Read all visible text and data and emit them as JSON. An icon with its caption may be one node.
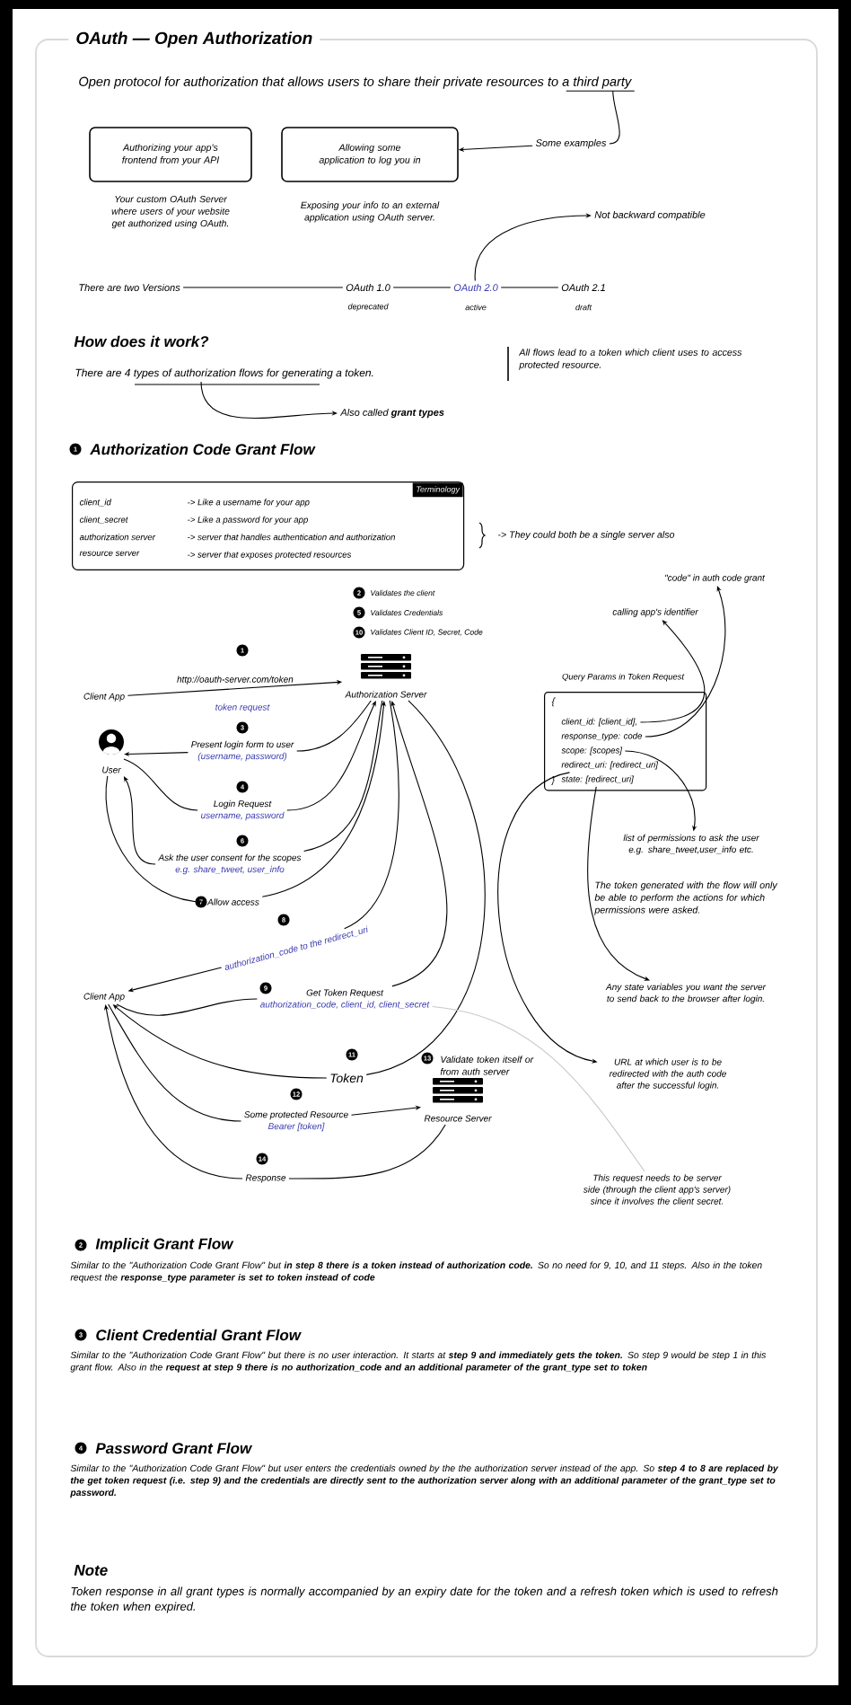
{
  "diagram": {
    "title": "OAuth — Open Authorization",
    "nodes": [
      {
        "text": [
          "Open protocol for authorization that allows users to share their private resources to a third party"
        ]
      },
      {
        "text": [
          "Authorizing your app's frontend from your API"
        ],
        "beside": [
          "Your custom OAuth Server where users of your website get authorized using OAuth."
        ]
      },
      {
        "text": [
          "Allowing some application to log you in"
        ],
        "beside": [
          "Exposing your info to an external application using OAuth server."
        ]
      },
      {
        "text": [
          "Some examples"
        ]
      },
      {
        "text": [
          "There are two Versions"
        ]
      },
      {
        "text": [
          "OAuth 1.0"
        ],
        "beside": [
          "deprecated"
        ]
      },
      {
        "text": [
          "OAuth 2.0"
        ],
        "beside": [
          "active"
        ]
      },
      {
        "text": [
          "OAuth 2.1"
        ],
        "beside": [
          "draft"
        ]
      },
      {
        "text": [
          "Not backward compatible"
        ]
      },
      {
        "text": [
          "There are 4 types of authorization flows for generating a token."
        ]
      },
      {
        "text": [
          "Also called **grant types**"
        ]
      },
      {
        "text": [
          "Terminology",
          "client_id",
          "-> Like a username for your app",
          "client_secret",
          "-> Like a password for your app",
          "authorization server",
          "-> server that handles authentication and authorization",
          "resource server",
          "-> server that exposes protected resources"
        ]
      },
      {
        "text": [
          "Client App"
        ]
      },
      {
        "text": [
          "Authorization Server"
        ]
      },
      {
        "text": [
          "User"
        ]
      },
      {
        "text": [
          "Present login form to user",
          "(username, password)"
        ],
        "beside": [
          "3"
        ]
      },
      {
        "text": [
          "Login Request",
          "username, password"
        ],
        "beside": [
          "4"
        ]
      },
      {
        "text": [
          "Ask the user consent for the scopes",
          "e.g. share_tweet, user_info"
        ],
        "beside": [
          "6"
        ]
      },
      {
        "text": [
          "Allow access"
        ],
        "beside": [
          "7"
        ]
      },
      {
        "text": [
          "authorization_code to the redirect_uri"
        ],
        "beside": [
          "8"
        ]
      },
      {
        "text": [
          "Client App"
        ]
      },
      {
        "text": [
          "Get Token Request",
          "authorization_code, client_id, client_secret"
        ],
        "beside": [
          "9"
        ]
      },
      {
        "text": [
          "Token"
        ],
        "beside": [
          "11"
        ]
      },
      {
        "text": [
          "Some protected Resource",
          "Bearer [token]"
        ],
        "beside": [
          "12"
        ]
      },
      {
        "text": [
          "Resource Server"
        ],
        "beside": [
          "13",
          "Validate token itself or from auth server"
        ]
      },
      {
        "text": [
          "Response"
        ],
        "beside": [
          "14"
        ]
      },
      {
        "text": [
          "Query Params in Token Request",
          "{",
          "}"
        ]
      },
      {
        "text": [
          "client_id: [client_id],"
        ],
        "in": 26
      },
      {
        "text": [
          "response_type: code"
        ],
        "in": 26
      },
      {
        "text": [
          "scope: [scopes]"
        ],
        "in": 26
      },
      {
        "text": [
          "redirect_uri: [redirect_uri]"
        ],
        "in": 26
      },
      {
        "text": [
          "state: [redirect_uri]"
        ],
        "in": 26
      },
      {
        "text": [
          "\"code\" in auth code grant"
        ]
      },
      {
        "text": [
          "calling app's identifier"
        ]
      },
      {
        "text": [
          "list of permissions to ask the user e.g. share_tweet,user_info etc."
        ]
      },
      {
        "text": [
          "Any state variables you want the server to send back to the browser after login."
        ]
      },
      {
        "text": [
          "URL at which user is to be redirected with the auth code after the successful login."
        ]
      },
      {
        "text": [
          "This request needs to be server side (through the client app's server) since it involves the client secret."
        ]
      }
    ],
    "edges": [
      {
        "from": 0,
        "to": 3,
        "arrow": "none"
      },
      {
        "from": 3,
        "to": 2,
        "arrow": "to"
      },
      {
        "from": 4,
        "to": 5,
        "arrow": "none"
      },
      {
        "from": 5,
        "to": 6,
        "arrow": "none"
      },
      {
        "from": 6,
        "to": 7,
        "arrow": "none"
      },
      {
        "from": 6,
        "to": 8,
        "arrow": "to"
      },
      {
        "from": 9,
        "to": 10,
        "arrow": "to"
      },
      {
        "from": 12,
        "to": 13,
        "arrow": "to",
        "label": "http://oauth-server.com/token"
      },
      {
        "from": 13,
        "to": 15,
        "arrow": "none"
      },
      {
        "from": 15,
        "to": 14,
        "arrow": "to"
      },
      {
        "from": 14,
        "to": 16,
        "arrow": "none"
      },
      {
        "from": 16,
        "to": 13,
        "arrow": "to"
      },
      {
        "from": 13,
        "to": 17,
        "arrow": "none"
      },
      {
        "from": 17,
        "to": 14,
        "arrow": "to"
      },
      {
        "from": 14,
        "to": 18,
        "arrow": "none"
      },
      {
        "from": 18,
        "to": 13,
        "arrow": "to"
      },
      {
        "from": 13,
        "to": 19,
        "arrow": "none"
      },
      {
        "from": 19,
        "to": 20,
        "arrow": "to"
      },
      {
        "from": 20,
        "to": 21,
        "arrow": "none"
      },
      {
        "from": 21,
        "to": 13,
        "arrow": "to"
      },
      {
        "from": 13,
        "to": 22,
        "arrow": "none"
      },
      {
        "from": 22,
        "to": 20,
        "arrow": "to"
      },
      {
        "from": 20,
        "to": 23,
        "arrow": "none"
      },
      {
        "from": 23,
        "to": 24,
        "arrow": "to"
      },
      {
        "from": 24,
        "to": 25,
        "arrow": "none"
      },
      {
        "from": 25,
        "to": 20,
        "arrow": "to"
      },
      {
        "from": 21,
        "to": 37,
        "arrow": "none",
        "color": "#c8c8c8"
      },
      {
        "from": 27,
        "to": 33,
        "arrow": "to"
      },
      {
        "from": 28,
        "to": 32,
        "arrow": "to"
      },
      {
        "from": 29,
        "to": 34,
        "arrow": "to"
      },
      {
        "from": 31,
        "to": 35,
        "arrow": "to"
      },
      {
        "from": 30,
        "to": 36,
        "arrow": "to"
      }
    ],
    "labels": [
      "How does it work?",
      "All flows lead to a token which client uses to access protected resource.",
      "1",
      "Authorization Code Grant Flow",
      "-> They could both be a single server also",
      "2",
      "Validates the client",
      "5",
      "Validates Credentials",
      "10",
      "Validates Client ID, Secret, Code",
      "1",
      "token request",
      "The token generated with the flow will only be able to perform the actions for which permissions were asked.",
      "2",
      "Implicit Grant Flow",
      "Similar to the \"Authorization Code Grant Flow\" but **in step 8 there is a token instead of authorization code.** So no need for 9, 10, and 11 steps. Also in the token request the **response_type parameter is set to token instead of code**",
      "3",
      "Client Credential Grant Flow",
      "Similar to the \"Authorization Code Grant Flow\" but there is no user interaction. It starts at **step 9 and immediately gets the token.** So step 9 would be step 1 in this grant flow. Also in the **request at step 9 there is no authorization_code and an additional parameter of the grant_type set to token**",
      "4",
      "Password Grant Flow",
      "Similar to the \"Authorization Code Grant Flow\" but user enters the credentials owned by the the authorization server instead of the app. So **step 4 to 8 are replaced by the get token request (i.e. step 9) and the credentials are directly sent to the authorization server along with an additional parameter of the grant_type set to password.**",
      "Note",
      "Token response in all grant types is normally accompanied by an expiry date for the token and a refresh token which is used to refresh the token when expired."
    ]
  }
}
